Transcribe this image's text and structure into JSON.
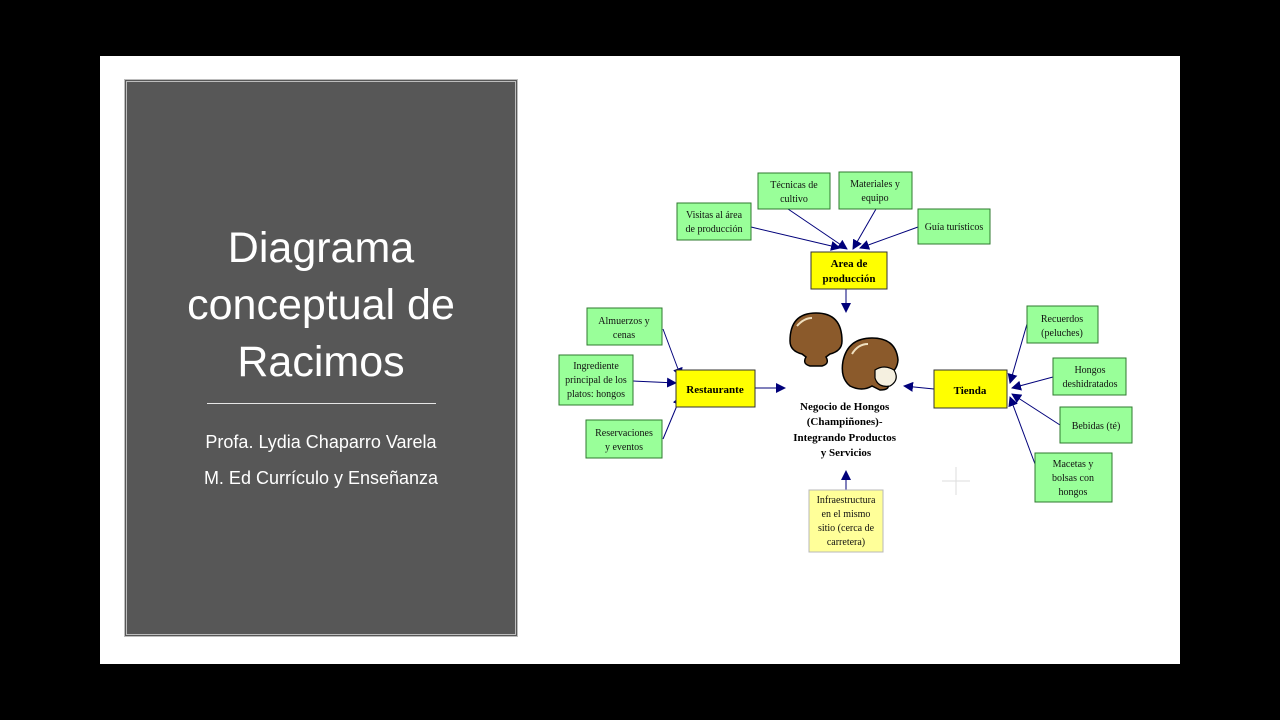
{
  "slide": {
    "title_lines": [
      "Diagrama",
      "conceptual de",
      "Racimos"
    ],
    "author": "Profa. Lydia Chaparro Varela",
    "degree": "M. Ed Currículo y Enseñanza"
  },
  "diagram": {
    "center": [
      "Negocio de Hongos",
      "(Champiñones)-",
      "Integrando Productos",
      "y Servicios"
    ],
    "hubs": {
      "area": [
        "Area de",
        "producción"
      ],
      "restaurante": [
        "Restaurante"
      ],
      "tienda": [
        "Tienda"
      ],
      "infraestructura": [
        "Infraestructura",
        "en el mismo",
        "sitio (cerca de",
        "carretera)"
      ]
    },
    "area_items": {
      "visitas": [
        "Visitas al área",
        "de producción"
      ],
      "tecnicas": [
        "Técnicas de",
        "cultivo"
      ],
      "materiales": [
        "Materiales y",
        "equipo"
      ],
      "guia": [
        "Guía turísticos"
      ]
    },
    "restaurante_items": {
      "almuerzos": [
        "Almuerzos y",
        "cenas"
      ],
      "ingrediente": [
        "Ingrediente",
        "principal de los",
        "platos: hongos"
      ],
      "reservaciones": [
        "Reservaciones",
        "y eventos"
      ]
    },
    "tienda_items": {
      "recuerdos": [
        "Recuerdos",
        "(peluches)"
      ],
      "hongos": [
        "Hongos",
        "deshidratados"
      ],
      "bebidas": [
        "Bebidas (té)"
      ],
      "macetas": [
        "Macetas  y",
        "bolsas con",
        "hongos"
      ]
    }
  }
}
